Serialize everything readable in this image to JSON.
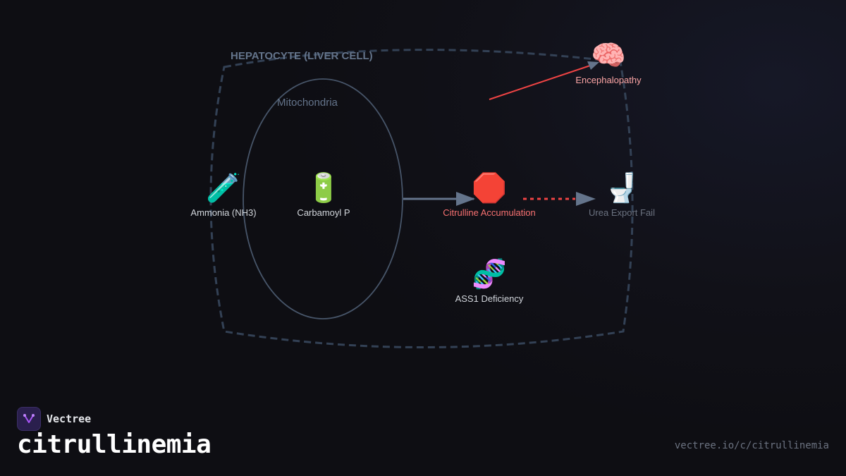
{
  "diagram": {
    "zone": {
      "label": "HEPATOCYTE (LIVER CELL)"
    },
    "compartment": {
      "label": "Mitochondria"
    },
    "nodes": [
      {
        "id": "ammonia",
        "icon": "🧪",
        "label": "Ammonia (NH3)",
        "color": "#d1d5db"
      },
      {
        "id": "carbamoyl",
        "icon": "🔋",
        "label": "Carbamoyl P",
        "color": "#d1d5db"
      },
      {
        "id": "citrulline",
        "icon": "🛑",
        "label": "Citrulline Accumulation",
        "color": "#f87171"
      },
      {
        "id": "urea",
        "icon": "🚽",
        "label": "Urea Export Fail",
        "color": "#6b7280"
      },
      {
        "id": "encephalopathy",
        "icon": "🧠",
        "label": "Encephalopathy",
        "color": "#fca5a5"
      },
      {
        "id": "ass1",
        "icon": "🧬",
        "label": "ASS1 Deficiency",
        "color": "#d1d5db"
      }
    ],
    "edges": [
      {
        "from": "carbamoyl",
        "to": "citrulline",
        "style": "solid",
        "color": "#64748b"
      },
      {
        "from": "citrulline",
        "to": "urea",
        "style": "dotted",
        "color": "#ef4444"
      },
      {
        "from": "citrulline",
        "to": "encephalopathy",
        "style": "solid",
        "color": "#ef4444"
      }
    ],
    "colors": {
      "zone_border": "#334155",
      "compartment_border": "#475569",
      "alert": "#ef4444"
    }
  },
  "footer": {
    "brand": "Vectree",
    "title": "citrullinemia",
    "url": "vectree.io/c/citrullinemia"
  }
}
